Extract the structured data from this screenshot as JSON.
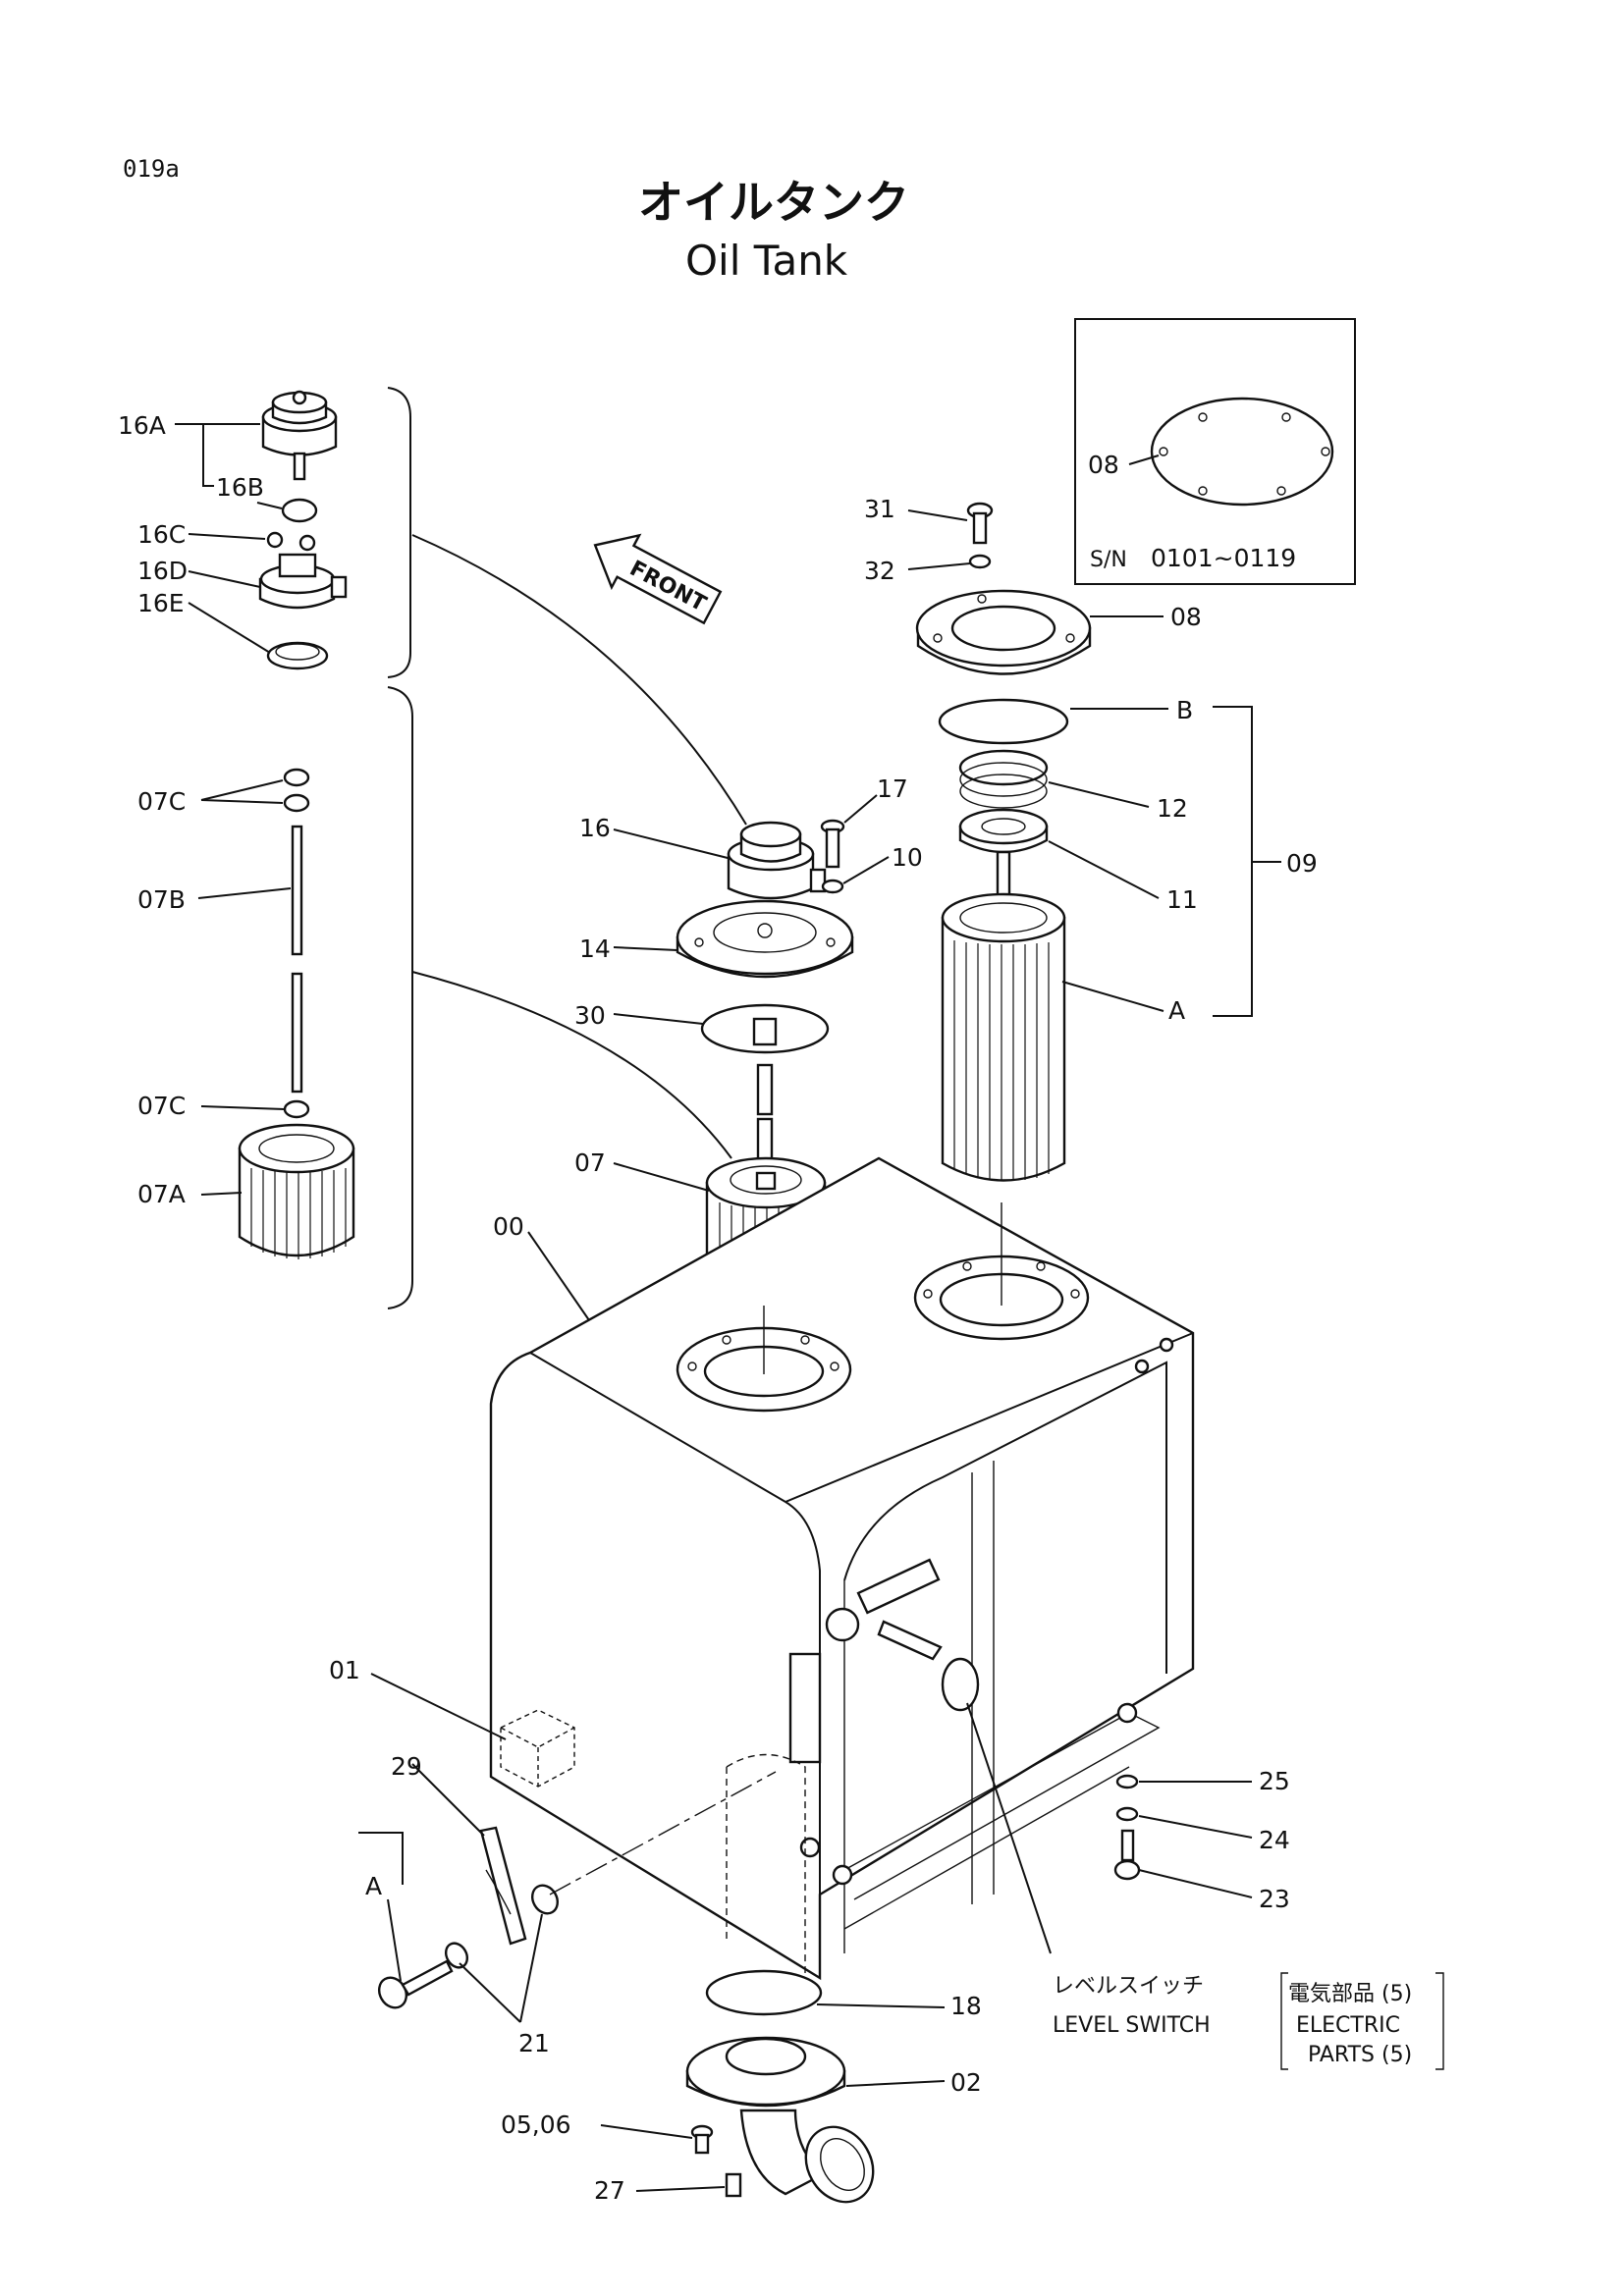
{
  "page_id": "019a",
  "title_jp": "オイルタンク",
  "title_en": "Oil Tank",
  "front_label": "FRONT",
  "inset": {
    "part": "08",
    "serial_prefix": "S/N",
    "serial_range": "0101~0119"
  },
  "callouts": {
    "p16A": "16A",
    "p16B": "16B",
    "p16C": "16C",
    "p16D": "16D",
    "p16E": "16E",
    "p07C_top": "07C",
    "p07B": "07B",
    "p07C_bot": "07C",
    "p07A": "07A",
    "p16": "16",
    "p14": "14",
    "p30": "30",
    "p07": "07",
    "p17": "17",
    "p10": "10",
    "p31": "31",
    "p32": "32",
    "p08": "08",
    "pB": "B",
    "p12": "12",
    "p11": "11",
    "pA_right": "A",
    "p09": "09",
    "p00": "00",
    "p01": "01",
    "p29": "29",
    "pA_left": "A",
    "p21": "21",
    "p18": "18",
    "p02": "02",
    "p05_06": "05,06",
    "p27": "27",
    "p25": "25",
    "p24": "24",
    "p23": "23"
  },
  "level_switch": {
    "jp": "レベルスイッチ",
    "en": "LEVEL SWITCH"
  },
  "electric_ref": {
    "jp": "電気部品 (5)",
    "en_line1": "ELECTRIC",
    "en_line2": "PARTS (5)"
  }
}
